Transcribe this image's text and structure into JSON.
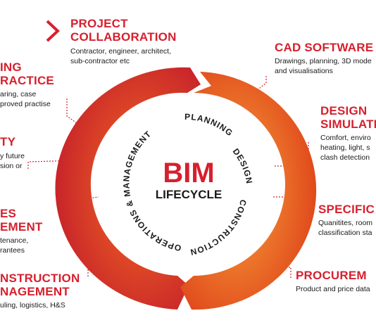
{
  "center": {
    "title": "BIM",
    "subtitle": "LIFECYCLE",
    "ring_words": [
      "PLANNING",
      "DESIGN",
      "CONSTRUCTION",
      "OPERATIONS & MANAGEMENT"
    ]
  },
  "labels": {
    "project_collaboration": {
      "title_1": "PROJECT",
      "title_2": "COLLABORATION",
      "desc_1": "Contractor, engineer, architect,",
      "desc_2": "sub-contractor etc"
    },
    "cad_software": {
      "title_1": "CAD SOFTWARE",
      "desc_1": "Drawings, planning, 3D mode",
      "desc_2": "and visualisations"
    },
    "design_simulation": {
      "title_1": "DESIGN",
      "title_2": "SIMULATI",
      "desc_1": "Comfort, enviro",
      "desc_2": "heating, light, s",
      "desc_3": "clash detection"
    },
    "specification": {
      "title_1": "SPECIFIC",
      "desc_1": "Quanitites, room",
      "desc_2": "classification sta"
    },
    "procurement": {
      "title_1": "PROCUREM",
      "desc_1": "Product and price data"
    },
    "construction_management": {
      "title_1": "NSTRUCTION",
      "title_2": "NAGEMENT",
      "desc_1": "uling, logistics, H&S"
    },
    "facilities_management": {
      "title_1": "ES",
      "title_2": "EMENT",
      "desc_1": "tenance,",
      "desc_2": "rantees"
    },
    "ty": {
      "title_1": "TY",
      "desc_1": "y future",
      "desc_2": "sion or"
    },
    "ing_practice": {
      "title_1": "ING",
      "title_2": "RACTICE",
      "desc_1": "aring, case",
      "desc_2": "proved practise"
    }
  },
  "colors": {
    "brand_red": "#d6202e",
    "ring_outer": "#c8242a",
    "ring_mid": "#e84e1b",
    "ring_inner": "#f47b20",
    "text_dark": "#1a1a1a"
  }
}
